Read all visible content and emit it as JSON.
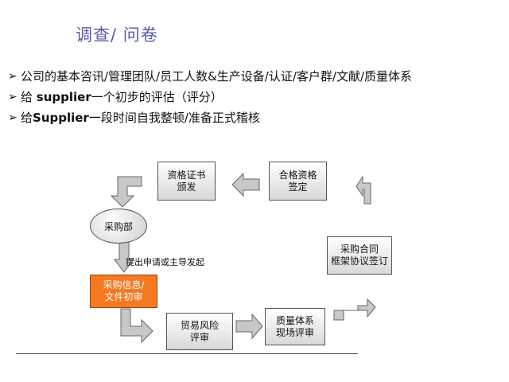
{
  "slide": {
    "title": "调查/ 问卷",
    "bullets": [
      {
        "text": "公司的基本咨讯/管理团队/员工人数&生产设备/认证/客户群/文献/质量体系"
      },
      {
        "text_pre": "给 ",
        "bold": "supplier",
        "text_post": "一个初步的评估（评分）"
      },
      {
        "text_pre": "给",
        "bold": "Supplier",
        "text_post": "一段时间自我整顿/准备正式稽核"
      }
    ]
  },
  "diagram": {
    "nodes": {
      "cert_issue": "资格证书\n颁发",
      "qual_sign": "合格资格\n签定",
      "purchasing": "采购部",
      "info_review": "采购信息/\n文件初审",
      "trade_risk": "贸易风险\n评审",
      "quality_audit": "质量体系\n现场评审",
      "contract": "采购合同\n框架协议签订"
    },
    "note": "提出申请或主导发起",
    "colors": {
      "accent": "#f47920",
      "arrow_fill": "#c8c8c8",
      "title": "#5a5aa8"
    }
  }
}
